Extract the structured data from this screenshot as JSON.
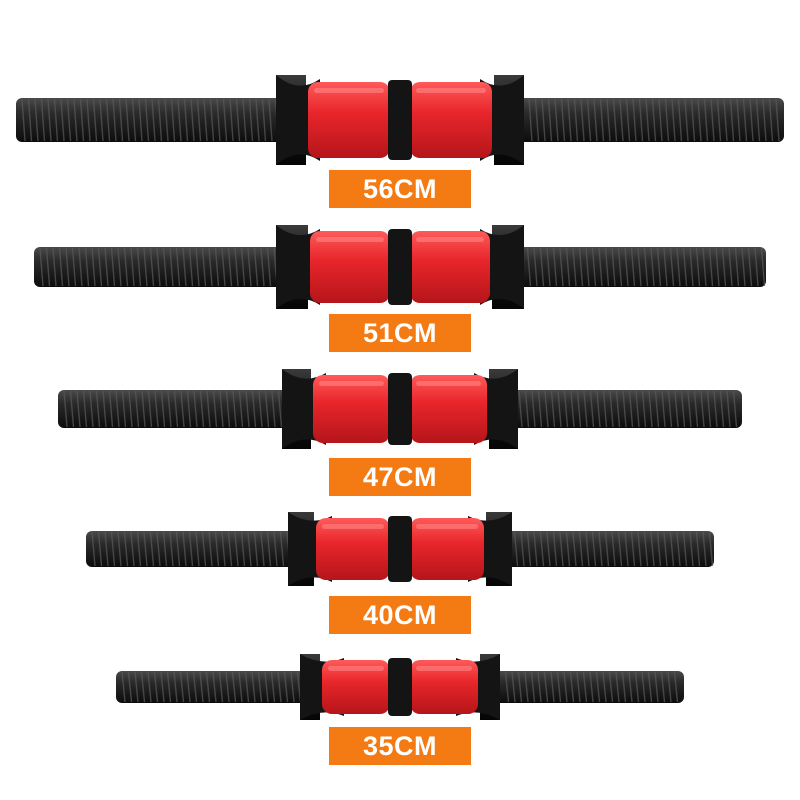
{
  "products": [
    {
      "label": "56CM",
      "length_cm": 56
    },
    {
      "label": "51CM",
      "length_cm": 51
    },
    {
      "label": "47CM",
      "length_cm": 47
    },
    {
      "label": "40CM",
      "length_cm": 40
    },
    {
      "label": "35CM",
      "length_cm": 35
    }
  ],
  "colors": {
    "label_bg": "#f47b14",
    "label_text": "#ffffff",
    "grip": "#e8262b",
    "thread": "#1c1c1c",
    "collar": "#141414"
  }
}
